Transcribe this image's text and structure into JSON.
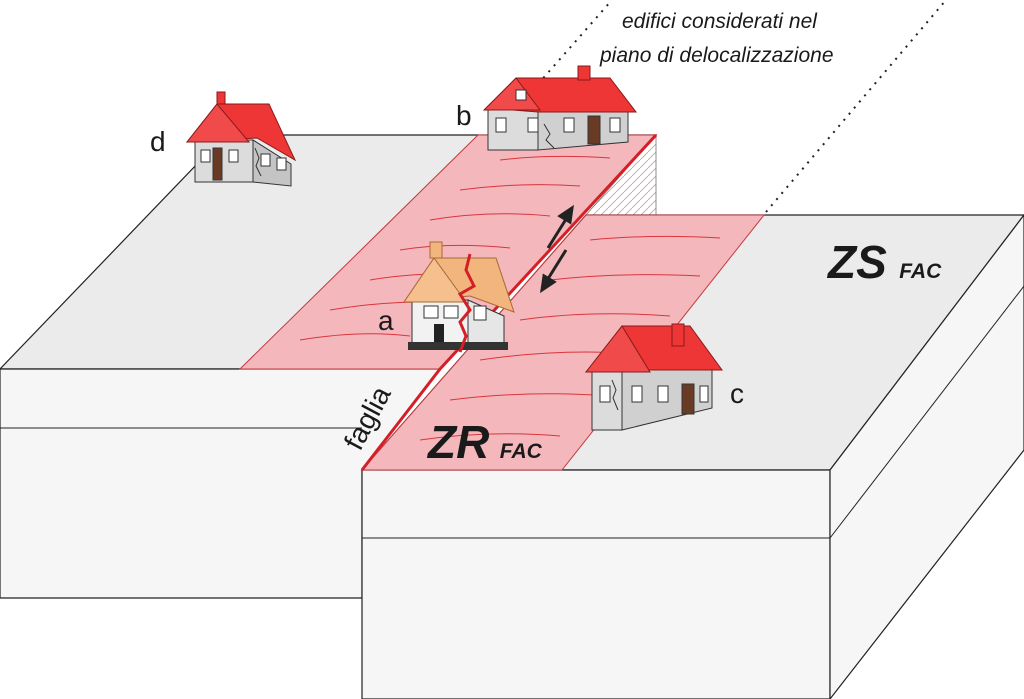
{
  "caption": {
    "line1": "edifici considerati nel",
    "line2": "piano di delocalizzazione"
  },
  "labels": {
    "fault": "faglia",
    "house_a": "a",
    "house_b": "b",
    "house_c": "c",
    "house_d": "d"
  },
  "zones": {
    "zs_main": "ZS",
    "zs_sub": "FAC",
    "zr_main": "ZR",
    "zr_sub": "FAC"
  },
  "colors": {
    "block_top": "#ebebeb",
    "block_side": "#f6f6f6",
    "rupture_zone": "#f4b8bc",
    "fault_line": "#d51f26",
    "roof": "#ef3636",
    "roof_damaged": "#f2b57e",
    "wall": "#dcdcdc"
  },
  "icons": {
    "house": "house-icon",
    "slip_arrows": "slip-arrows-icon"
  }
}
